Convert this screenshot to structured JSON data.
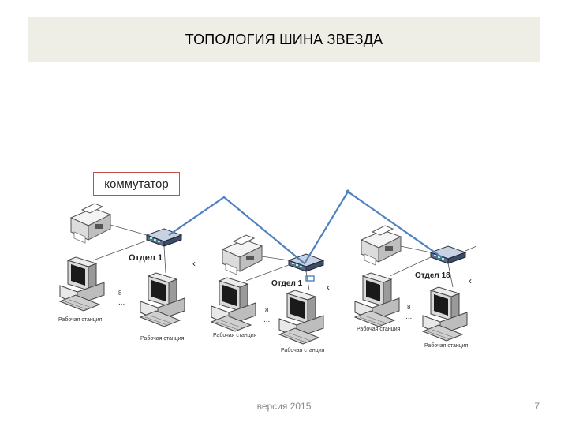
{
  "slide": {
    "title": "ТОПОЛОГИЯ ШИНА ЗВЕЗДА",
    "callout": "коммутатор",
    "footer_version": "версия 2015",
    "page_number": "7"
  },
  "departments": [
    {
      "label": "Отдел 1",
      "ws_top": "Рабочая станция",
      "ws_bottom": "Рабочая станция",
      "count": "8"
    },
    {
      "label": "Отдел 1",
      "ws_top": "Рабочая станция",
      "ws_bottom": "Рабочая станция",
      "count": "8"
    },
    {
      "label": "Отдел 18",
      "ws_top": "Рабочая станция",
      "ws_bottom": "Рабочая станция",
      "count": "8"
    }
  ],
  "ellipsis": "...",
  "colors": {
    "bus_line": "#4f81bd",
    "callout_border": "#c0504d",
    "title_bg": "#eeeee6"
  }
}
